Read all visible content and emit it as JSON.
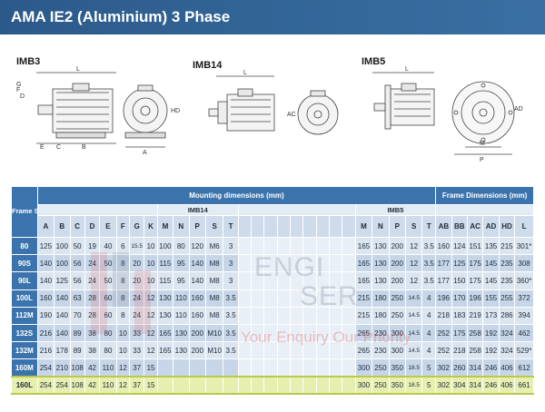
{
  "title": "AMA IE2 (Aluminium) 3 Phase",
  "drawings": {
    "labels": [
      "IMB3",
      "IMB14",
      "IMB5"
    ]
  },
  "watermark": {
    "line1": "ENGI",
    "line2": "SER",
    "line3": "Your Enquiry Our Priority"
  },
  "table": {
    "frame_size_label": "Frame Size",
    "group_mounting": "Mounting dimensions (mm)",
    "group_frame": "Frame Dimensions (mm)",
    "sub_imb14": "IMB14",
    "sub_imb5": "IMB5",
    "columns": [
      "A",
      "B",
      "C",
      "D",
      "E",
      "F",
      "G",
      "K",
      "M",
      "N",
      "P",
      "S",
      "T",
      "",
      "",
      "",
      "",
      "",
      "",
      "",
      "",
      "",
      "M",
      "N",
      "P",
      "S",
      "T",
      "AB",
      "BB",
      "AC",
      "AD",
      "HD",
      "L"
    ],
    "rows": [
      {
        "frame": "80",
        "cells": [
          "125",
          "100",
          "50",
          "19",
          "40",
          "6",
          "15.5",
          "10",
          "100",
          "80",
          "120",
          "M6",
          "3",
          "",
          "",
          "",
          "",
          "",
          "",
          "",
          "",
          "",
          "165",
          "130",
          "200",
          "12",
          "3.5",
          "160",
          "124",
          "151",
          "135",
          "215",
          "301*"
        ],
        "highlight": false
      },
      {
        "frame": "90S",
        "cells": [
          "140",
          "100",
          "56",
          "24",
          "50",
          "8",
          "20",
          "10",
          "115",
          "95",
          "140",
          "M8",
          "3",
          "",
          "",
          "",
          "",
          "",
          "",
          "",
          "",
          "",
          "165",
          "130",
          "200",
          "12",
          "3.5",
          "177",
          "125",
          "175",
          "145",
          "235",
          "308"
        ],
        "highlight": false
      },
      {
        "frame": "90L",
        "cells": [
          "140",
          "125",
          "56",
          "24",
          "50",
          "8",
          "20",
          "10",
          "115",
          "95",
          "140",
          "M8",
          "3",
          "",
          "",
          "",
          "",
          "",
          "",
          "",
          "",
          "",
          "165",
          "130",
          "200",
          "12",
          "3.5",
          "177",
          "150",
          "175",
          "145",
          "235",
          "360*"
        ],
        "highlight": false
      },
      {
        "frame": "100L",
        "cells": [
          "160",
          "140",
          "63",
          "28",
          "60",
          "8",
          "24",
          "12",
          "130",
          "110",
          "160",
          "M8",
          "3.5",
          "",
          "",
          "",
          "",
          "",
          "",
          "",
          "",
          "",
          "215",
          "180",
          "250",
          "14.5",
          "4",
          "196",
          "170",
          "196",
          "155",
          "255",
          "372"
        ],
        "highlight": false
      },
      {
        "frame": "112M",
        "cells": [
          "190",
          "140",
          "70",
          "28",
          "60",
          "8",
          "24",
          "12",
          "130",
          "110",
          "160",
          "M8",
          "3.5",
          "",
          "",
          "",
          "",
          "",
          "",
          "",
          "",
          "",
          "215",
          "180",
          "250",
          "14.5",
          "4",
          "218",
          "183",
          "219",
          "173",
          "286",
          "394"
        ],
        "highlight": false
      },
      {
        "frame": "132S",
        "cells": [
          "216",
          "140",
          "89",
          "38",
          "80",
          "10",
          "33",
          "12",
          "165",
          "130",
          "200",
          "M10",
          "3.5",
          "",
          "",
          "",
          "",
          "",
          "",
          "",
          "",
          "",
          "265",
          "230",
          "300",
          "14.5",
          "4",
          "252",
          "175",
          "258",
          "192",
          "324",
          "462"
        ],
        "highlight": false
      },
      {
        "frame": "132M",
        "cells": [
          "216",
          "178",
          "89",
          "38",
          "80",
          "10",
          "33",
          "12",
          "165",
          "130",
          "200",
          "M10",
          "3.5",
          "",
          "",
          "",
          "",
          "",
          "",
          "",
          "",
          "",
          "265",
          "230",
          "300",
          "14.5",
          "4",
          "252",
          "218",
          "258",
          "192",
          "324",
          "529*"
        ],
        "highlight": false
      },
      {
        "frame": "160M",
        "cells": [
          "254",
          "210",
          "108",
          "42",
          "110",
          "12",
          "37",
          "15",
          "",
          "",
          "",
          "",
          "",
          "",
          "",
          "",
          "",
          "",
          "",
          "",
          "",
          "",
          "300",
          "250",
          "350",
          "18.5",
          "5",
          "302",
          "260",
          "314",
          "246",
          "406",
          "612"
        ],
        "highlight": false
      },
      {
        "frame": "160L",
        "cells": [
          "254",
          "254",
          "108",
          "42",
          "110",
          "12",
          "37",
          "15",
          "",
          "",
          "",
          "",
          "",
          "",
          "",
          "",
          "",
          "",
          "",
          "",
          "",
          "",
          "300",
          "250",
          "350",
          "18.5",
          "5",
          "302",
          "304",
          "314",
          "246",
          "406",
          "661"
        ],
        "highlight": true
      }
    ]
  }
}
